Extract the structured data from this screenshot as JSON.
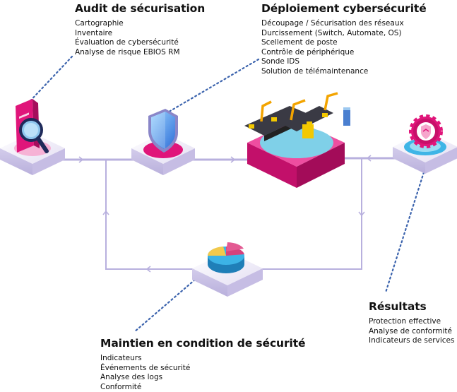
{
  "sections": {
    "audit": {
      "title": "Audit de sécurisation",
      "items": [
        "Cartographie",
        "Inventaire",
        "Évaluation de cybersécurité",
        "Analyse de risque EBIOS RM"
      ]
    },
    "deploiement": {
      "title": "Déploiement cybersécurité",
      "items": [
        "Découpage / Sécurisation des réseaux",
        "Durcissement (Switch, Automate, OS)",
        "Scellement de poste",
        "Contrôle de périphérique",
        "Sonde IDS",
        "Solution de télémaintenance"
      ]
    },
    "resultats": {
      "title": "Résultats",
      "items": [
        "Protection effective",
        "Analyse de conformité",
        "Indicateurs de services"
      ]
    },
    "maintien": {
      "title": "Maintien en condition de sécurité",
      "items": [
        "Indicateurs",
        "Événements de sécurité",
        "Analyse des logs",
        "Conformité"
      ]
    }
  },
  "nodes": [
    {
      "id": "audit",
      "icon": "magnifier-document-icon"
    },
    {
      "id": "deploiement",
      "icon": "shield-icon"
    },
    {
      "id": "factory",
      "icon": "factory-robots-icon"
    },
    {
      "id": "resultats",
      "icon": "security-gear-shield-icon"
    },
    {
      "id": "maintien",
      "icon": "pie-chart-icon"
    }
  ],
  "colors": {
    "line": "#b8b0de",
    "dotted": "#3b63ad",
    "magenta": "#e0157a",
    "platform": "#ece8f6",
    "platform_side": "#c8c0e6"
  }
}
